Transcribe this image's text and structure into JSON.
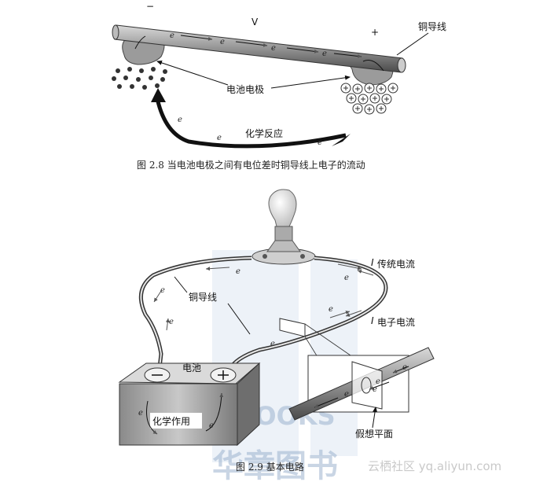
{
  "fig28": {
    "minus": "−",
    "v": "V",
    "plus": "+",
    "wire": "铜导线",
    "electrodes": "电池电极",
    "reaction": "化学反应",
    "e": "e",
    "caption": "图 2.8   当电池电极之间有电位差时铜导线上电子的流动"
  },
  "fig29": {
    "copper": "铜导线",
    "battery": "电池",
    "chem": "化学作用",
    "i_conv_main": "I",
    "i_conv_sub": "传统电流",
    "i_elec_main": "I",
    "i_elec_sub": "电子电流",
    "plane": "假想平面",
    "e": "e",
    "caption": "图 2.9   基本电路"
  },
  "watermark": {
    "books": "BOOKS",
    "publisher": "华章图书",
    "site": "云栖社区 yq.aliyun.com"
  }
}
